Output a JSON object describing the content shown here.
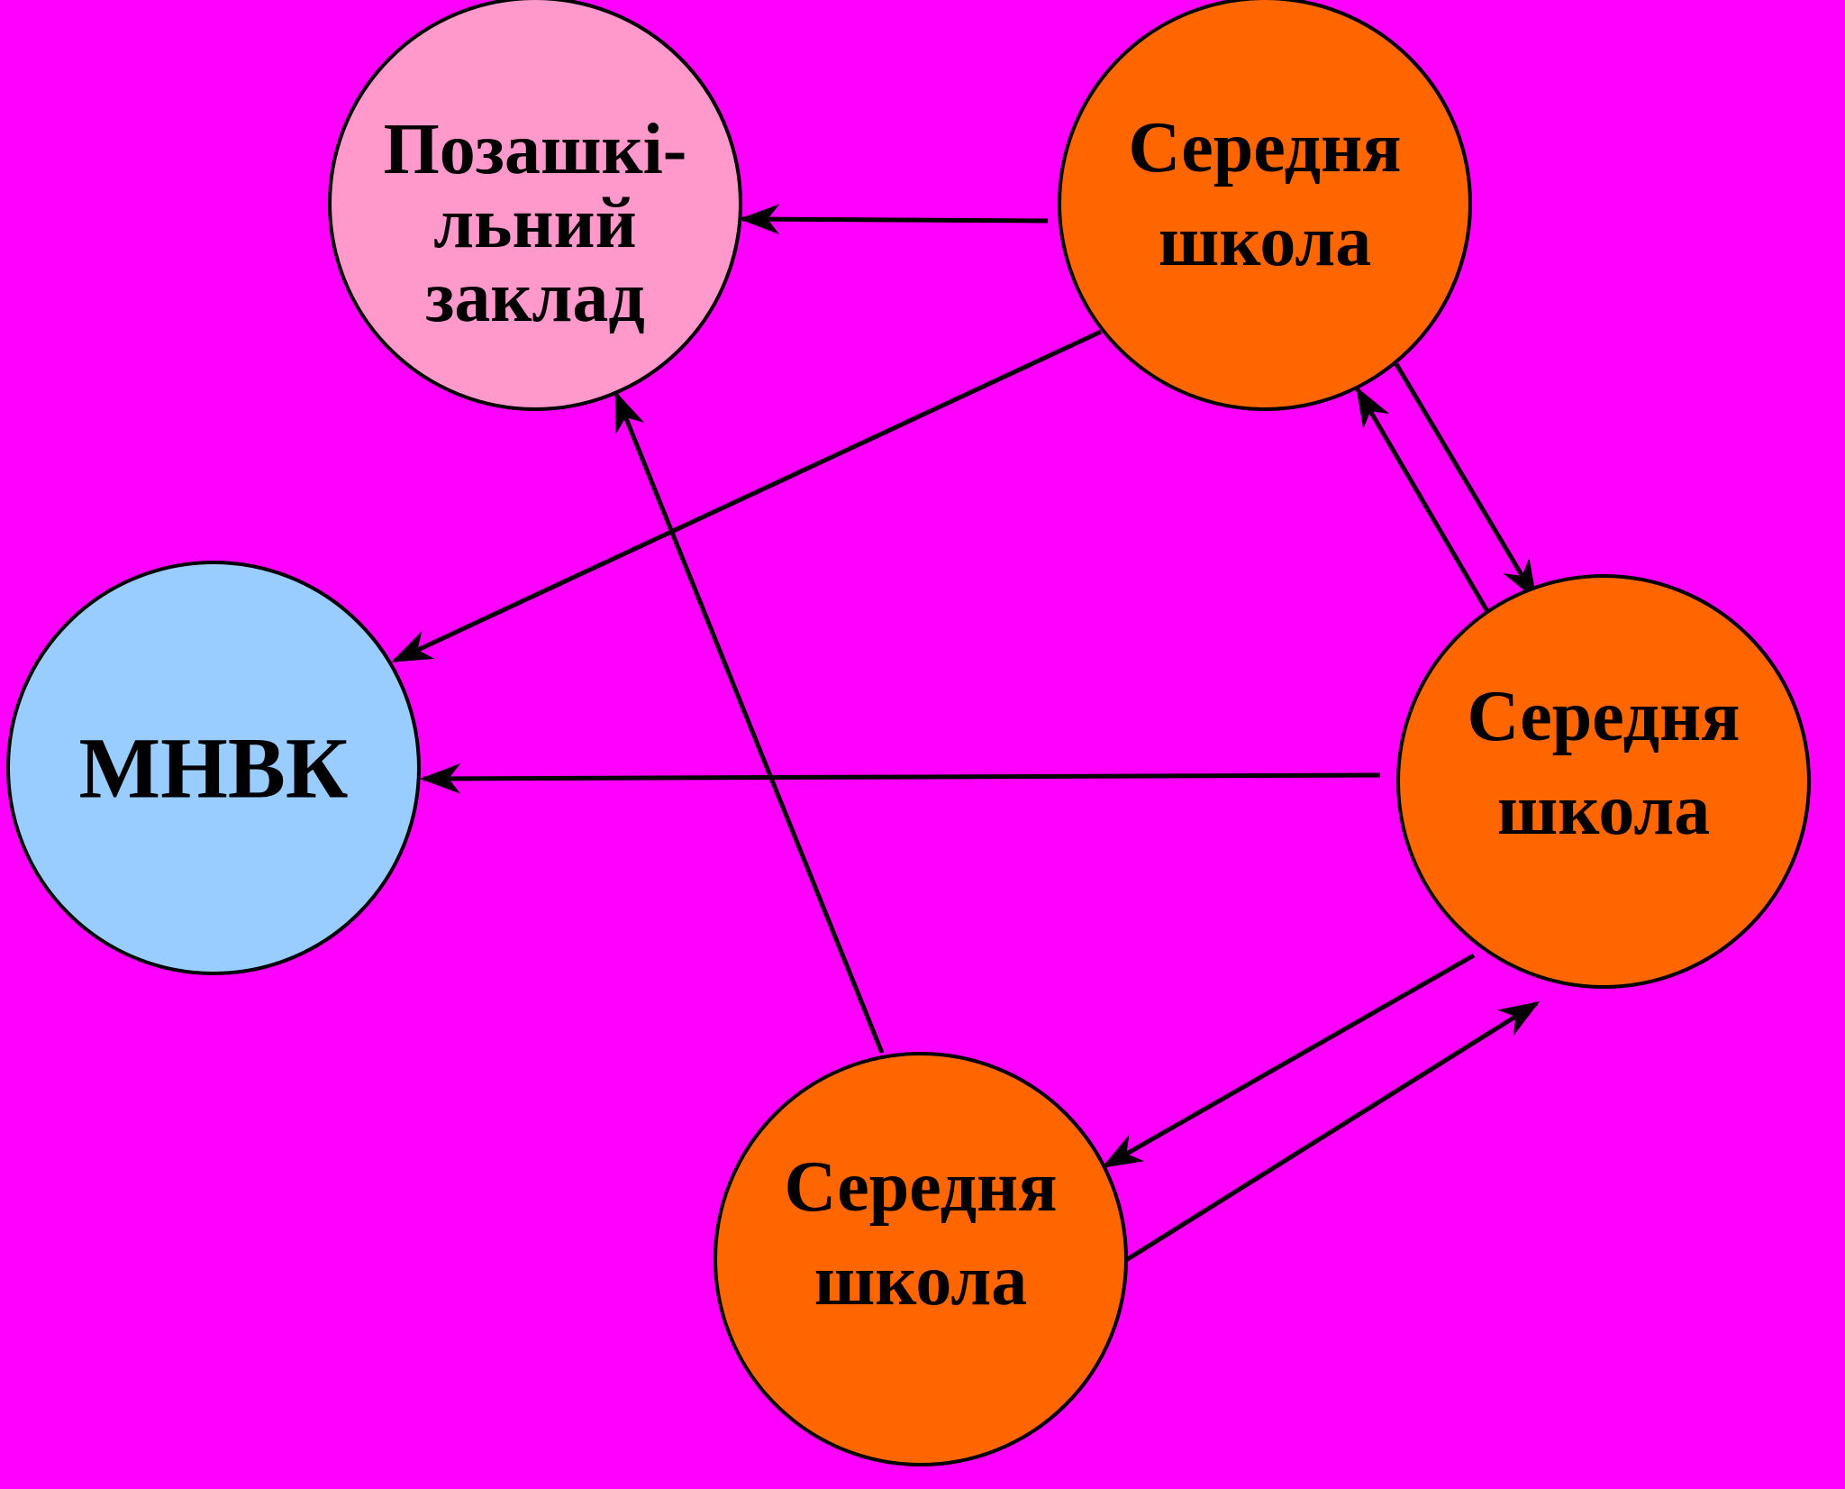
{
  "diagram": {
    "background_color": "#FF00FF",
    "edge_color": "#000000",
    "nodes": [
      {
        "id": "pozashkilnyi",
        "lines": [
          "Позашкі-",
          "льний",
          "заклад"
        ],
        "fill": "#FF99CC"
      },
      {
        "id": "mnvk",
        "lines": [
          "МНВК"
        ],
        "fill": "#99CCFF"
      },
      {
        "id": "school-top",
        "lines": [
          "Середня",
          "школа"
        ],
        "fill": "#FF6600"
      },
      {
        "id": "school-right",
        "lines": [
          "Середня",
          "школа"
        ],
        "fill": "#FF6600"
      },
      {
        "id": "school-bottom",
        "lines": [
          "Середня",
          "школа"
        ],
        "fill": "#FF6600"
      }
    ],
    "edges": [
      {
        "from": "school-top",
        "to": "pozashkilnyi"
      },
      {
        "from": "school-top",
        "to": "mnvk"
      },
      {
        "from": "school-top",
        "to": "school-right"
      },
      {
        "from": "school-right",
        "to": "school-top"
      },
      {
        "from": "school-right",
        "to": "mnvk"
      },
      {
        "from": "school-right",
        "to": "school-bottom"
      },
      {
        "from": "school-bottom",
        "to": "school-right"
      },
      {
        "from": "school-bottom",
        "to": "pozashkilnyi"
      }
    ]
  }
}
